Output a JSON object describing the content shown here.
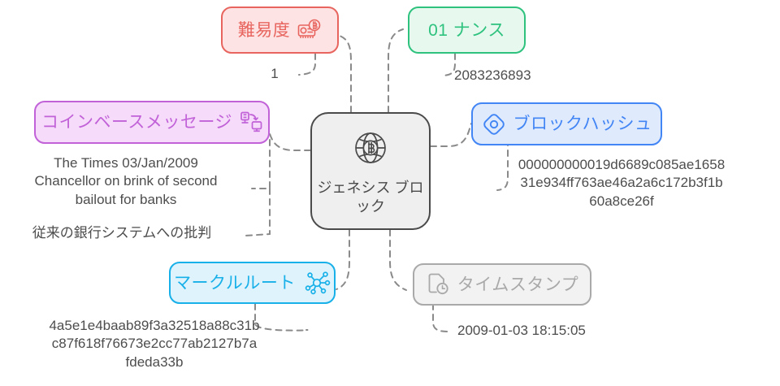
{
  "diagram": {
    "type": "mindmap",
    "title_center": "ジェネシス\nブロック",
    "center_icon": "globe-bitcoin-icon",
    "center_colors": {
      "fill": "#efefef",
      "stroke": "#4a4a4a",
      "text": "#4a4a4a"
    },
    "branches": [
      {
        "key": "difficulty",
        "label": "難易度",
        "icon": "gpu-mining-card-icon",
        "value": "1",
        "colors": {
          "fill": "#fde3e3",
          "stroke": "#e8655f",
          "text": "#e8655f",
          "icon": "#e8655f"
        }
      },
      {
        "key": "nonce",
        "label": "01  ナンス",
        "icon": "none",
        "value": "2083236893",
        "colors": {
          "fill": "#e7f9ef",
          "stroke": "#2ec27e",
          "text": "#2ec27e",
          "icon": "#2ec27e"
        }
      },
      {
        "key": "coinbase_message",
        "label": "コインベースメッセージ",
        "icon": "server-transfer-icon",
        "value": "The Times 03/Jan/2009\nChancellor on brink of second\nbailout for banks",
        "value2": "従来の銀行システムへの批判",
        "colors": {
          "fill": "#f6dbfa",
          "stroke": "#c162d8",
          "text": "#c162d8",
          "icon": "#c162d8"
        }
      },
      {
        "key": "block_hash",
        "label": "ブロックハッシュ",
        "icon": "diamond-target-icon",
        "value": "000000000019d6689c085ae1658\n31e934ff763ae46a2a6c172b3f1b\n60a8ce26f",
        "colors": {
          "fill": "#dfeafd",
          "stroke": "#4285f4",
          "text": "#4285f4",
          "icon": "#4285f4"
        }
      },
      {
        "key": "merkle_root",
        "label": "マークルルート",
        "icon": "network-hub-icon",
        "value": "4a5e1e4baab89f3a32518a88c31b\nc87f618f76673e2cc77ab2127b7a\nfdeda33b",
        "colors": {
          "fill": "#dff3fd",
          "stroke": "#18b0e8",
          "text": "#18b0e8",
          "icon": "#18b0e8"
        }
      },
      {
        "key": "timestamp",
        "label": "タイムスタンプ",
        "icon": "document-clock-icon",
        "value": "2009-01-03 18:15:05",
        "colors": {
          "fill": "#f2f2f2",
          "stroke": "#a9a9a9",
          "text": "#a9a9a9",
          "icon": "#a9a9a9"
        }
      }
    ],
    "edge_color": "#8a8a8a",
    "leaf_text_color": "#4d4d4d",
    "background": "#ffffff"
  }
}
